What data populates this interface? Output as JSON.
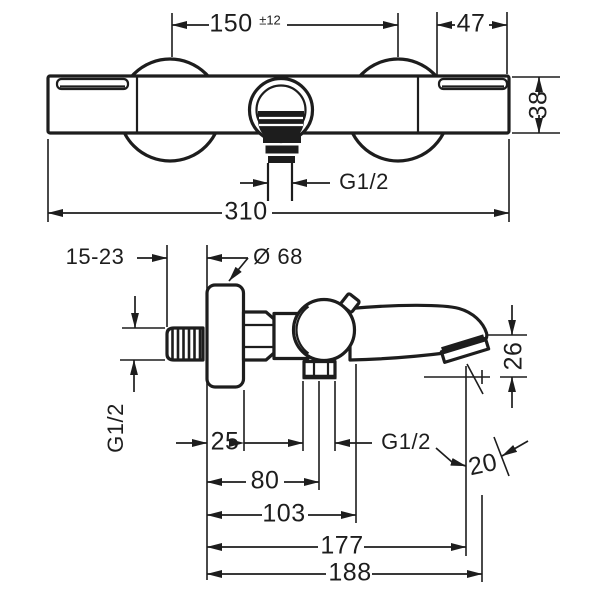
{
  "page": {
    "background": "#ffffff",
    "ink": "#1d1d1d"
  },
  "top_view": {
    "center_distance": "150",
    "center_distance_tolerance": "±12",
    "end_cap_width": "47",
    "body_height": "38",
    "outlet_thread": "G1/2",
    "overall_width": "310"
  },
  "side_view": {
    "wall_adjustment_range": "15-23",
    "escutcheon_diameter": "Ø 68",
    "wall_connection_thread": "G1/2",
    "spout_outlet_height": "26",
    "escutcheon_depth": "25",
    "shower_outlet_thread": "G1/2",
    "spout_outlet_offset": "20",
    "shower_outlet_distance": "80",
    "handle_projection": "103",
    "spout_outlet_reach": "177",
    "spout_reach": "188"
  }
}
